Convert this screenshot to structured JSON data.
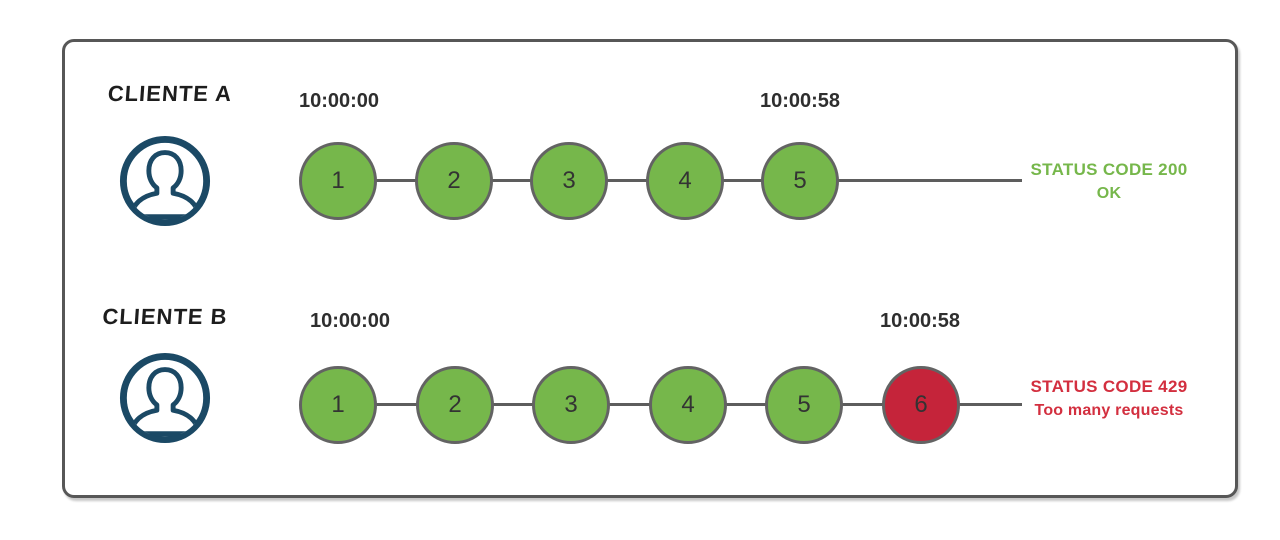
{
  "diagram": {
    "clients": [
      {
        "name": "CLIENTE A",
        "avatar_icon": "user-circle-icon",
        "start_time": "10:00:00",
        "end_time": "10:00:58",
        "requests": [
          {
            "label": "1",
            "state": "ok"
          },
          {
            "label": "2",
            "state": "ok"
          },
          {
            "label": "3",
            "state": "ok"
          },
          {
            "label": "4",
            "state": "ok"
          },
          {
            "label": "5",
            "state": "ok"
          }
        ],
        "status": {
          "code_line": "STATUS CODE 200",
          "message_line": "OK",
          "type": "ok"
        }
      },
      {
        "name": "CLIENTE B",
        "avatar_icon": "user-circle-icon",
        "start_time": "10:00:00",
        "end_time": "10:00:58",
        "requests": [
          {
            "label": "1",
            "state": "ok"
          },
          {
            "label": "2",
            "state": "ok"
          },
          {
            "label": "3",
            "state": "ok"
          },
          {
            "label": "4",
            "state": "ok"
          },
          {
            "label": "5",
            "state": "ok"
          },
          {
            "label": "6",
            "state": "blocked"
          }
        ],
        "status": {
          "code_line": "STATUS CODE 429",
          "message_line": "Too many requests",
          "type": "error"
        }
      }
    ],
    "colors": {
      "request_ok": "#76b74b",
      "request_blocked": "#c5243a",
      "circle_border": "#636363",
      "timeline": "#5d5d5d",
      "frame_border": "#575757",
      "status_ok_text": "#76b74b",
      "status_error_text": "#d32f3f",
      "avatar": "#1b4965",
      "timestamp_text": "#2e2e2e",
      "client_label_text": "#1d1d1d"
    }
  }
}
